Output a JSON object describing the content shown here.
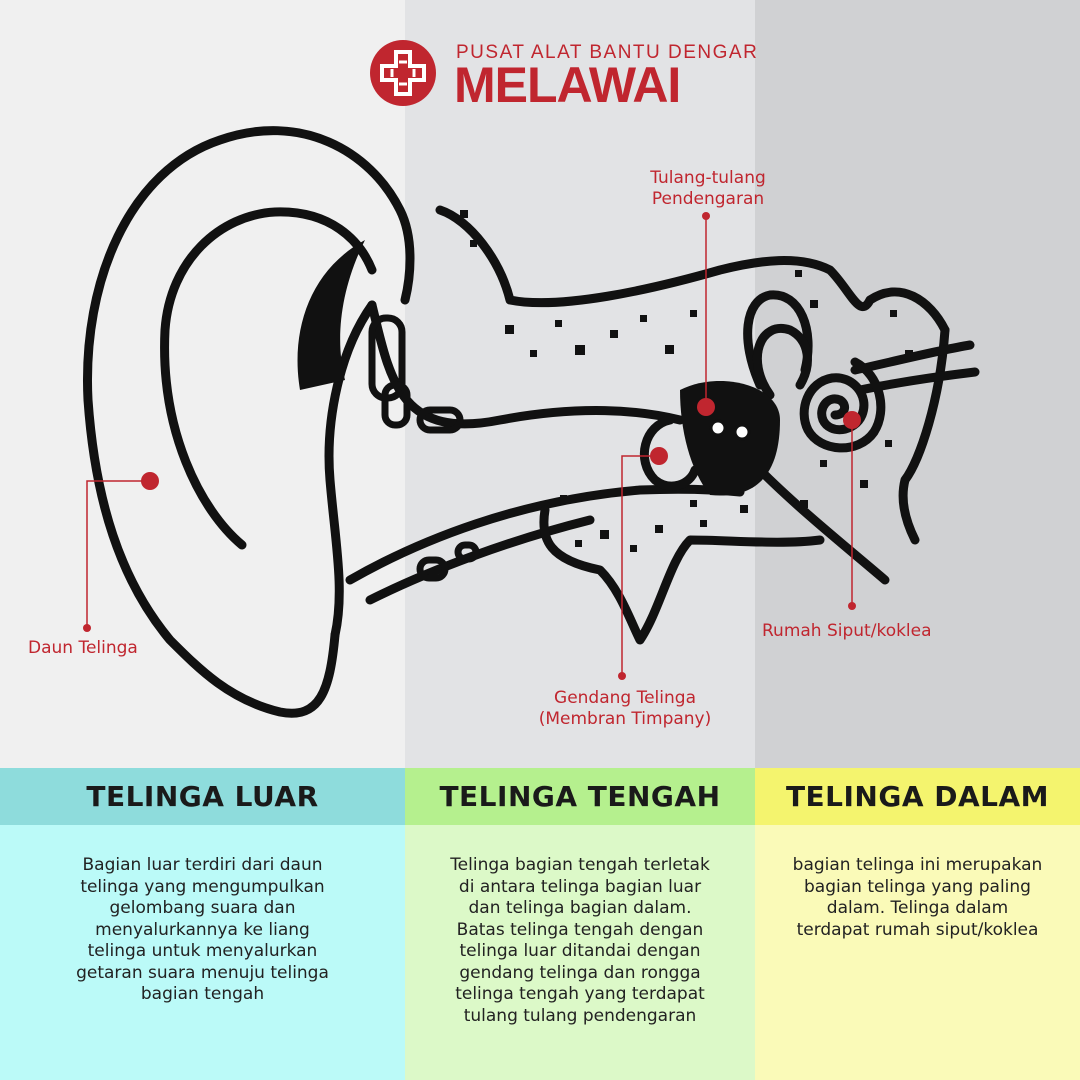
{
  "brand": {
    "subtitle": "PUSAT ALAT BANTU DENGAR",
    "name": "MELAWAI",
    "color": "#c0262f"
  },
  "labels": {
    "tulang": "Tulang-tulang\nPendengaran",
    "daun": "Daun Telinga",
    "rumah": "Rumah Siput/koklea",
    "gendang": "Gendang Telinga\n(Membran Timpany)"
  },
  "sections": [
    {
      "title": "TELINGA LUAR",
      "header_color": "#8edcdc",
      "body_color": "#bbfaf8",
      "text": "Bagian luar terdiri dari daun telinga yang mengumpulkan gelombang suara dan menyalurkannya ke liang telinga untuk menyalurkan getaran suara menuju telinga bagian tengah"
    },
    {
      "title": "TELINGA TENGAH",
      "header_color": "#b5f08e",
      "body_color": "#dcf9c8",
      "text": "Telinga bagian tengah terletak di antara telinga bagian luar dan telinga bagian dalam. Batas telinga tengah dengan telinga luar ditandai dengan gendang telinga dan rongga telinga tengah yang terdapat tulang tulang pendengaran"
    },
    {
      "title": "TELINGA DALAM",
      "header_color": "#f4f46e",
      "body_color": "#fafab8",
      "text": "bagian telinga ini merupakan bagian telinga yang paling dalam. Telinga dalam terdapat rumah siput/koklea"
    }
  ]
}
